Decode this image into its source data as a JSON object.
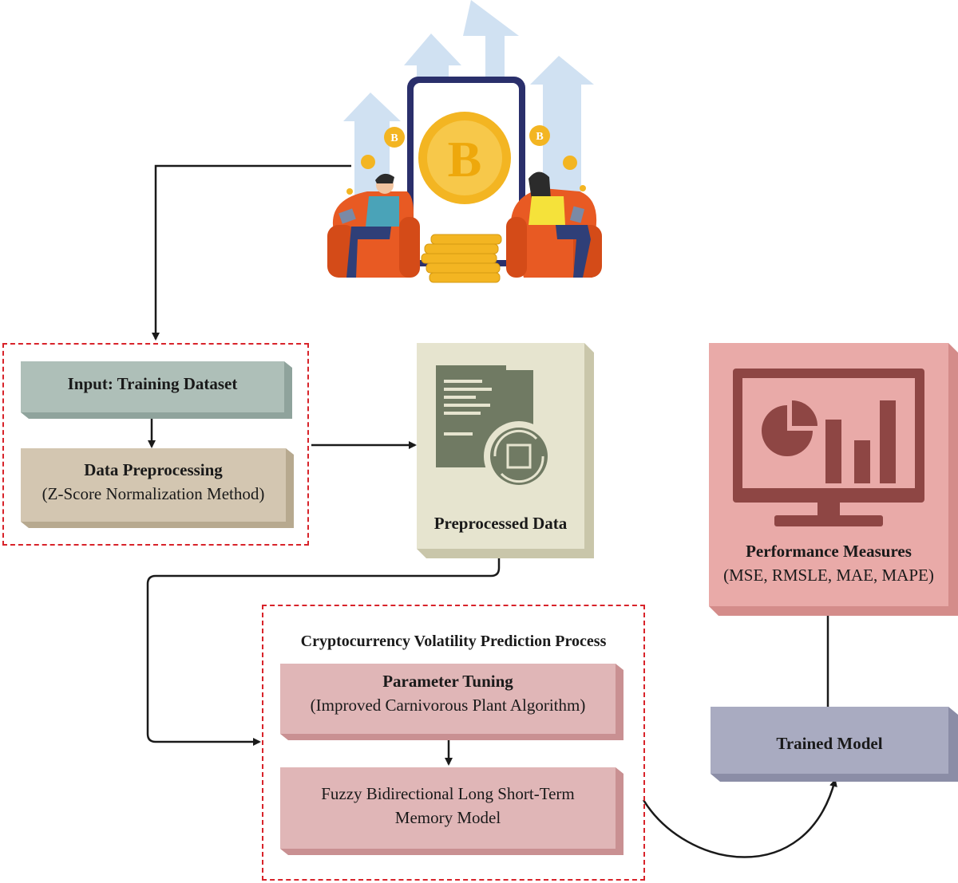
{
  "input_box": {
    "title": "Input: Training Dataset"
  },
  "preprocess_box": {
    "title": "Data Preprocessing",
    "subtitle": "(Z-Score Normalization Method)"
  },
  "preprocessed_box": {
    "title": "Preprocessed Data"
  },
  "performance_box": {
    "title": "Performance Measures",
    "subtitle": "(MSE, RMSLE, MAE, MAPE)"
  },
  "prediction_group": {
    "title": "Cryptocurrency Volatility Prediction Process"
  },
  "tuning_box": {
    "title": "Parameter Tuning",
    "subtitle": "(Improved Carnivorous Plant Algorithm)"
  },
  "model_box": {
    "line1": "Fuzzy Bidirectional Long Short-Term",
    "line2": "Memory Model"
  },
  "trained_box": {
    "title": "Trained Model"
  },
  "colors": {
    "input": "#aebfb8",
    "preprocess": "#d3c6b1",
    "preprocessed": "#e6e4cf",
    "performance": "#e9aaa8",
    "tuning": "#e0b6b7",
    "trained": "#a9abc1",
    "dashed_border": "#d8232a",
    "arrow": "#1a1a1a",
    "coin": "#f3b522"
  }
}
